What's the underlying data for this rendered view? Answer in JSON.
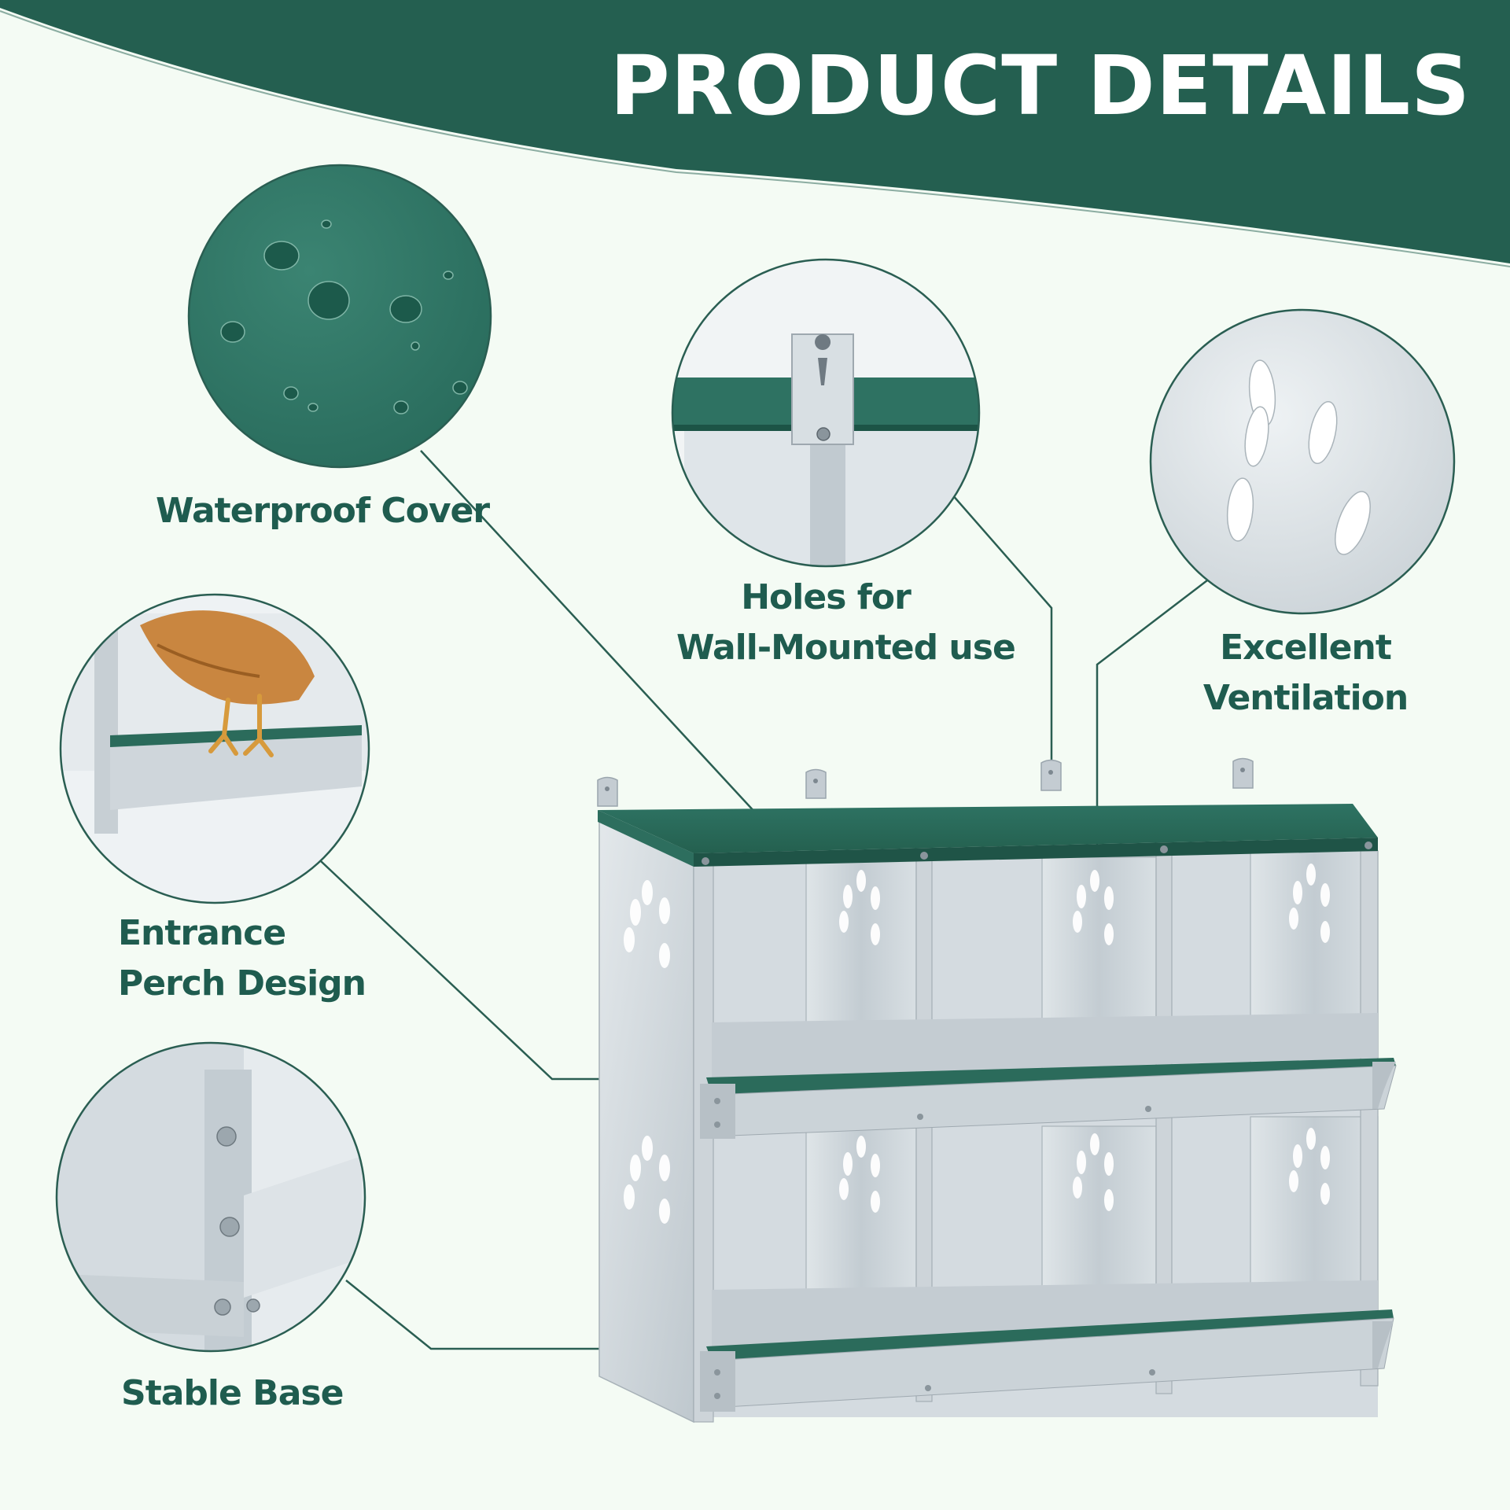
{
  "header": {
    "title": "PRODUCT DETAILS"
  },
  "callouts": {
    "waterproof": "Waterproof Cover",
    "holes_line1": "Holes for",
    "holes_line2": "Wall-Mounted use",
    "ventilation_line1": "Excellent",
    "ventilation_line2": "Ventilation",
    "perch_line1": "Entrance",
    "perch_line2": "Perch Design",
    "base": "Stable Base"
  },
  "colors": {
    "brand_green": "#245f50",
    "background": "#f4fbf4",
    "metal": "#c9d1d6"
  }
}
